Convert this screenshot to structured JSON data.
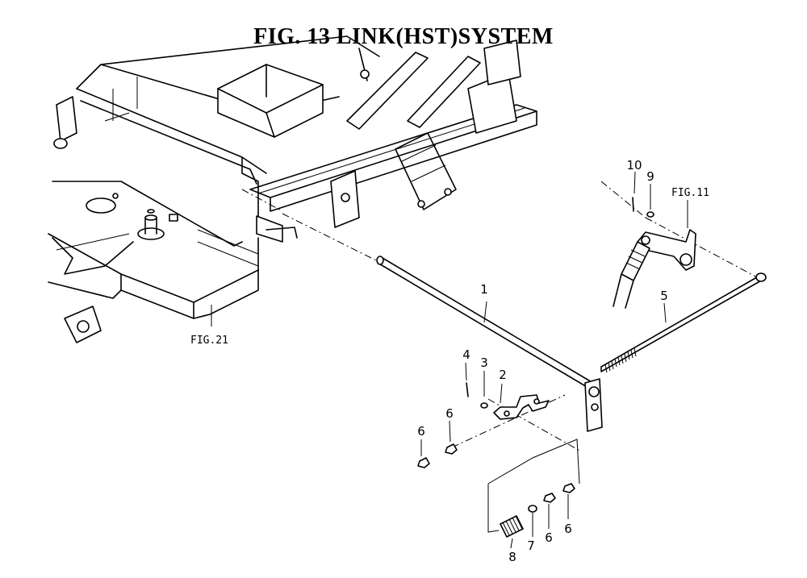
{
  "title": "FIG. 13  LINK(HST)SYSTEM",
  "references": {
    "fig11": "FIG.11",
    "fig21": "FIG.21"
  },
  "parts": [
    {
      "id": "p1",
      "number": "1"
    },
    {
      "id": "p2",
      "number": "2"
    },
    {
      "id": "p3",
      "number": "3"
    },
    {
      "id": "p4",
      "number": "4"
    },
    {
      "id": "p5",
      "number": "5"
    },
    {
      "id": "p6a",
      "number": "6"
    },
    {
      "id": "p6b",
      "number": "6"
    },
    {
      "id": "p6c",
      "number": "6"
    },
    {
      "id": "p6d",
      "number": "6"
    },
    {
      "id": "p7",
      "number": "7"
    },
    {
      "id": "p8",
      "number": "8"
    },
    {
      "id": "p9",
      "number": "9"
    },
    {
      "id": "p10",
      "number": "10"
    }
  ]
}
